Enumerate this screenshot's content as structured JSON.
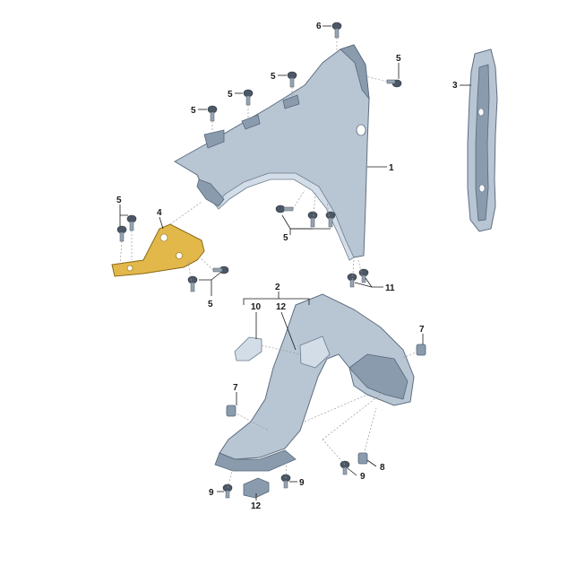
{
  "callouts": {
    "c1": "1",
    "c2": "2",
    "c3": "3",
    "c4": "4",
    "c5a": "5",
    "c5b": "5",
    "c5c": "5",
    "c5d": "5",
    "c5e": "5",
    "c5f": "5",
    "c5g": "5",
    "c6": "6",
    "c7a": "7",
    "c7b": "7",
    "c8": "8",
    "c9a": "9",
    "c9b": "9",
    "c9c": "9",
    "c10": "10",
    "c11": "11",
    "c12a": "12",
    "c12b": "12"
  },
  "colors": {
    "panel": "#b8c5d3",
    "highlight_bracket": "#e2b84a",
    "line": "#1a1a1a"
  }
}
